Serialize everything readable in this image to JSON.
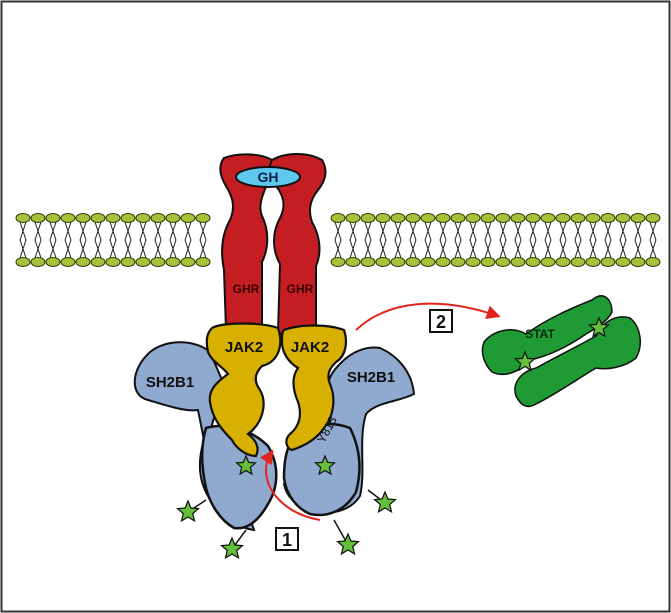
{
  "labels": {
    "gh": "GH",
    "ghr_left": "GHR",
    "ghr_right": "GHR",
    "jak2_left": "JAK2",
    "jak2_right": "JAK2",
    "sh2b1_left": "SH2B1",
    "sh2b1_right": "SH2B1",
    "y813": "Y813",
    "stat": "STAT",
    "step1": "1",
    "step2": "2"
  },
  "colors": {
    "gh": "#5ec8ee",
    "ghr": "#c41e23",
    "jak2": "#d8b100",
    "sh2b1": "#8fa9cf",
    "stat": "#1f9a34",
    "star": "#64c03c",
    "membrane": "#a6c23a",
    "arrow": "#e2241e"
  }
}
